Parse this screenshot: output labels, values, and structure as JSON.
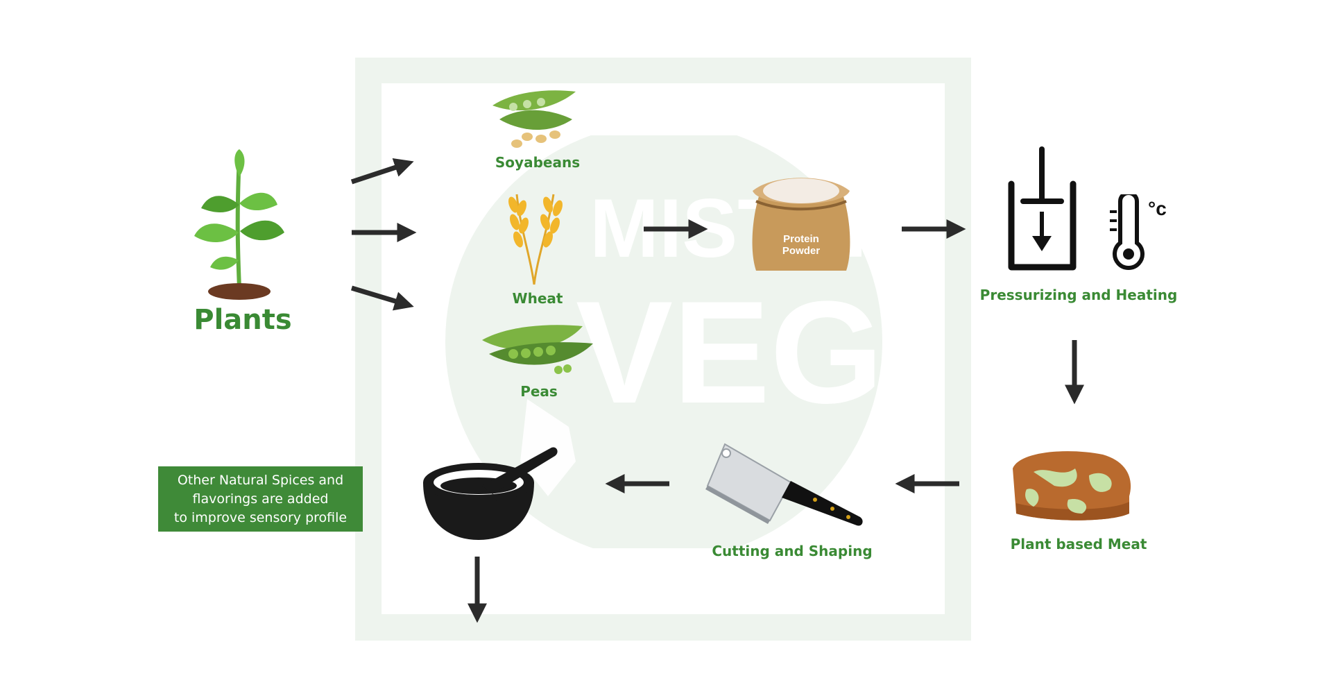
{
  "watermark": {
    "line1": "MISTER",
    "line2": "VEG"
  },
  "plants": {
    "label": "Plants"
  },
  "sources": [
    {
      "label": "Soyabeans"
    },
    {
      "label": "Wheat"
    },
    {
      "label": "Peas"
    }
  ],
  "protein": {
    "bag_text_1": "Protein",
    "bag_text_2": "Powder"
  },
  "processing": {
    "label": "Pressurizing and Heating",
    "unit": "°c"
  },
  "meat": {
    "label": "Plant based Meat"
  },
  "cutting": {
    "label": "Cutting and Shaping"
  },
  "note": {
    "line1": "Other Natural Spices and",
    "line2": "flavorings are added",
    "line3": "to improve sensory profile"
  },
  "colors": {
    "green": "#3a8a34",
    "frame": "#eef4ee",
    "arrow": "#2b2b2b"
  }
}
